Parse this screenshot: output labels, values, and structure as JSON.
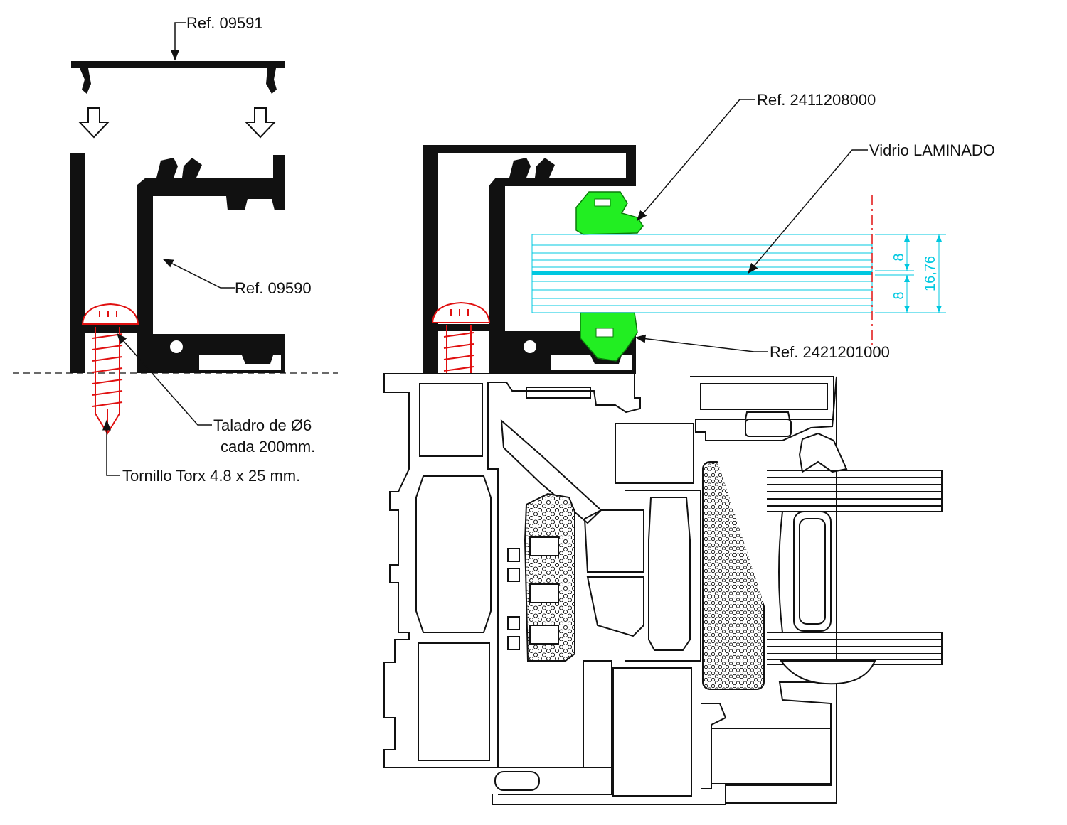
{
  "labels": {
    "cap_ref": "Ref. 09591",
    "profile_ref": "Ref. 09590",
    "drill_line1": "Taladro de Ø6",
    "drill_line2": "cada 200mm.",
    "screw": "Tornillo Torx 4.8 x 25 mm.",
    "upper_gasket_ref": "Ref. 2411208000",
    "glass": "Vidrio LAMINADO",
    "lower_gasket_ref": "Ref. 2421201000"
  },
  "dimensions": {
    "pane_top": "8",
    "pane_bottom": "8",
    "total": "16,76"
  },
  "colors": {
    "profile": "#111111",
    "screw": "#e01010",
    "gasket": "#22ee22",
    "glass_dimension": "#00c8e0"
  }
}
